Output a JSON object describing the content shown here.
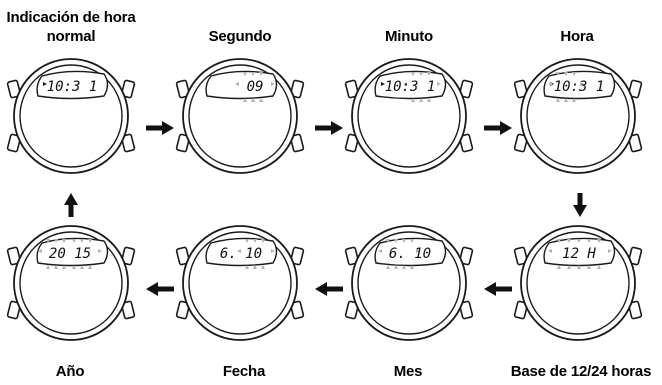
{
  "labels": {
    "normal_line1": "Indicación de hora",
    "normal_line2": "normal",
    "segundo": "Segundo",
    "minuto": "Minuto",
    "hora": "Hora",
    "base_12_24": "Base de 12/24 horas",
    "mes": "Mes",
    "fecha": "Fecha",
    "anio": "Año"
  },
  "displays": {
    "normal": "10:3 1",
    "segundo": "09",
    "minuto": "10:3 1",
    "hora": "10:3 1",
    "base_12_24": "12  H",
    "mes": "6. 10",
    "fecha": "6. 10",
    "anio": "20 15"
  },
  "colors": {
    "outline": "#1a1a1a",
    "blink_marker": "#b3b3b3",
    "arrow": "#111111"
  }
}
